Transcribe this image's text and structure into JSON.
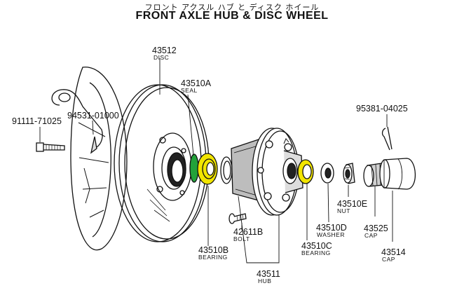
{
  "header": {
    "title_jp": "フロント アクスル ハブ と ディスク ホイール",
    "title": "FRONT AXLE HUB & DISC WHEEL"
  },
  "parts": [
    {
      "key": "disc",
      "number": "43512",
      "desc": "DISC"
    },
    {
      "key": "seal",
      "number": "43510A",
      "desc": "SEAL"
    },
    {
      "key": "bolt1",
      "number": "91111-71025",
      "desc": ""
    },
    {
      "key": "part945",
      "number": "94531-01000",
      "desc": ""
    },
    {
      "key": "pin",
      "number": "95381-04025",
      "desc": ""
    },
    {
      "key": "bearingB",
      "number": "43510B",
      "desc": "BEARING"
    },
    {
      "key": "bolt2",
      "number": "42611B",
      "desc": "BOLT"
    },
    {
      "key": "bearingC",
      "number": "43510C",
      "desc": "BEARING"
    },
    {
      "key": "washer",
      "number": "43510D",
      "desc": "WASHER"
    },
    {
      "key": "nut",
      "number": "43510E",
      "desc": "NUT"
    },
    {
      "key": "cap1",
      "number": "43525",
      "desc": "CAP"
    },
    {
      "key": "cap2",
      "number": "43514",
      "desc": "CAP"
    },
    {
      "key": "hub",
      "number": "43511",
      "desc": "HUB"
    }
  ],
  "highlight_colors": {
    "seal_green": "#22a23a",
    "bearing_yellow": "#f2e500"
  }
}
